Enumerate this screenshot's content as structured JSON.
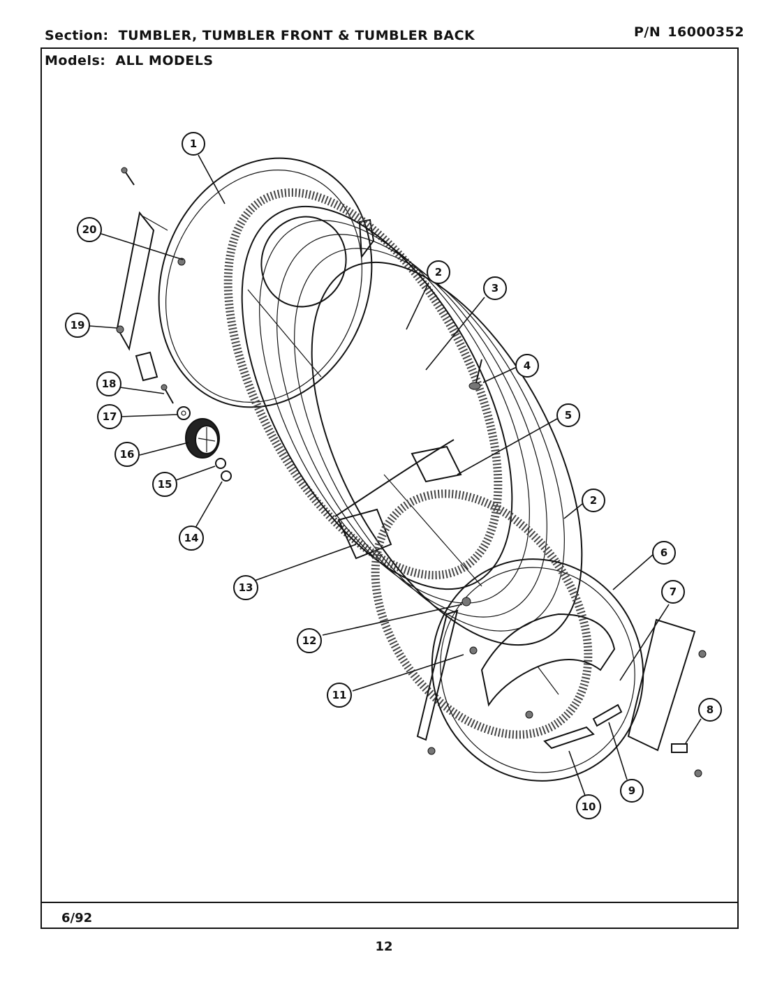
{
  "header": {
    "section_label": "Section:",
    "section_value": "TUMBLER, TUMBLER FRONT & TUMBLER BACK",
    "pn_label": "P/N",
    "pn_value": "16000352",
    "models_label": "Models:",
    "models_value": "ALL MODELS"
  },
  "footer": {
    "date": "6/92",
    "page_number": "12"
  },
  "callouts": [
    "1",
    "2",
    "3",
    "4",
    "5",
    "2",
    "6",
    "7",
    "8",
    "9",
    "10",
    "11",
    "12",
    "13",
    "14",
    "15",
    "16",
    "17",
    "18",
    "19",
    "20"
  ]
}
